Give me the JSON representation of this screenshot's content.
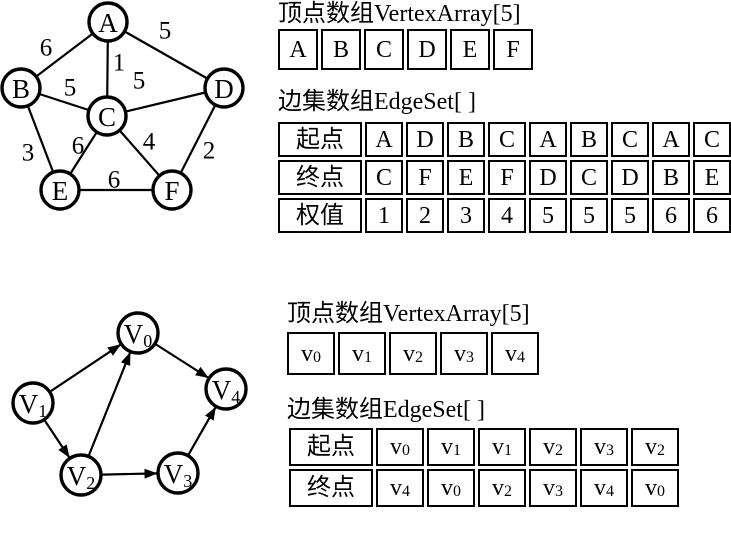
{
  "colors": {
    "ink": "#000000",
    "background": "#ffffff"
  },
  "section1": {
    "vertex_array_title": "顶点数组VertexArray[5]",
    "edge_set_title": "边集数组EdgeSet[ ]",
    "vertex_array": [
      "A",
      "B",
      "C",
      "D",
      "E",
      "F"
    ],
    "edge_table": {
      "row_headers": [
        "起点",
        "终点",
        "权值"
      ],
      "columns": [
        {
          "start": "A",
          "end": "C",
          "weight": "1"
        },
        {
          "start": "D",
          "end": "F",
          "weight": "2"
        },
        {
          "start": "B",
          "end": "E",
          "weight": "3"
        },
        {
          "start": "C",
          "end": "F",
          "weight": "4"
        },
        {
          "start": "A",
          "end": "D",
          "weight": "5"
        },
        {
          "start": "B",
          "end": "C",
          "weight": "5"
        },
        {
          "start": "C",
          "end": "D",
          "weight": "5"
        },
        {
          "start": "A",
          "end": "B",
          "weight": "6"
        },
        {
          "start": "C",
          "end": "E",
          "weight": "6"
        }
      ]
    },
    "graph": {
      "type": "undirected-weighted",
      "nodes": [
        {
          "label": "A"
        },
        {
          "label": "B"
        },
        {
          "label": "C"
        },
        {
          "label": "D"
        },
        {
          "label": "E"
        },
        {
          "label": "F"
        }
      ],
      "edges": [
        {
          "from": "A",
          "to": "B",
          "weight": "6"
        },
        {
          "from": "A",
          "to": "C",
          "weight": "1"
        },
        {
          "from": "A",
          "to": "D",
          "weight": "5"
        },
        {
          "from": "B",
          "to": "C",
          "weight": "5"
        },
        {
          "from": "C",
          "to": "D",
          "weight": "5"
        },
        {
          "from": "B",
          "to": "E",
          "weight": "3"
        },
        {
          "from": "C",
          "to": "E",
          "weight": "6"
        },
        {
          "from": "C",
          "to": "F",
          "weight": "4"
        },
        {
          "from": "D",
          "to": "F",
          "weight": "2"
        },
        {
          "from": "E",
          "to": "F",
          "weight": "6"
        }
      ]
    }
  },
  "section2": {
    "vertex_array_title": "顶点数组VertexArray[5]",
    "edge_set_title": "边集数组EdgeSet[ ]",
    "vertex_array": [
      {
        "base": "v",
        "sub": "0"
      },
      {
        "base": "v",
        "sub": "1"
      },
      {
        "base": "v",
        "sub": "2"
      },
      {
        "base": "v",
        "sub": "3"
      },
      {
        "base": "v",
        "sub": "4"
      }
    ],
    "edge_table": {
      "row_headers": [
        "起点",
        "终点"
      ],
      "columns": [
        {
          "start": {
            "base": "v",
            "sub": "0"
          },
          "end": {
            "base": "v",
            "sub": "4"
          }
        },
        {
          "start": {
            "base": "v",
            "sub": "1"
          },
          "end": {
            "base": "v",
            "sub": "0"
          }
        },
        {
          "start": {
            "base": "v",
            "sub": "1"
          },
          "end": {
            "base": "v",
            "sub": "2"
          }
        },
        {
          "start": {
            "base": "v",
            "sub": "2"
          },
          "end": {
            "base": "v",
            "sub": "3"
          }
        },
        {
          "start": {
            "base": "v",
            "sub": "3"
          },
          "end": {
            "base": "v",
            "sub": "4"
          }
        },
        {
          "start": {
            "base": "v",
            "sub": "2"
          },
          "end": {
            "base": "v",
            "sub": "0"
          }
        }
      ]
    },
    "graph": {
      "type": "directed",
      "nodes": [
        {
          "base": "V",
          "sub": "0"
        },
        {
          "base": "V",
          "sub": "1"
        },
        {
          "base": "V",
          "sub": "2"
        },
        {
          "base": "V",
          "sub": "3"
        },
        {
          "base": "V",
          "sub": "4"
        }
      ],
      "edges": [
        {
          "from": "V1",
          "to": "V0"
        },
        {
          "from": "V1",
          "to": "V2"
        },
        {
          "from": "V2",
          "to": "V0"
        },
        {
          "from": "V2",
          "to": "V3"
        },
        {
          "from": "V3",
          "to": "V4"
        },
        {
          "from": "V0",
          "to": "V4"
        }
      ]
    }
  }
}
